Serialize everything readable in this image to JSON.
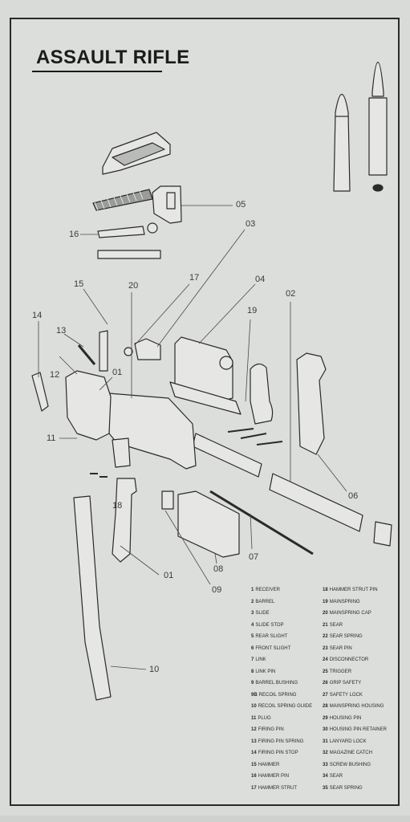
{
  "title": "ASSAULT RIFLE",
  "callouts": [
    {
      "id": "c05",
      "text": "05"
    },
    {
      "id": "c03",
      "text": "03"
    },
    {
      "id": "c16",
      "text": "16"
    },
    {
      "id": "c04",
      "text": "04"
    },
    {
      "id": "c17",
      "text": "17"
    },
    {
      "id": "c15",
      "text": "15"
    },
    {
      "id": "c20",
      "text": "20"
    },
    {
      "id": "c02",
      "text": "02"
    },
    {
      "id": "c19",
      "text": "19"
    },
    {
      "id": "c14",
      "text": "14"
    },
    {
      "id": "c13",
      "text": "13"
    },
    {
      "id": "c12",
      "text": "12"
    },
    {
      "id": "c01a",
      "text": "01"
    },
    {
      "id": "c11",
      "text": "11"
    },
    {
      "id": "c06",
      "text": "06"
    },
    {
      "id": "c18",
      "text": "18"
    },
    {
      "id": "c07",
      "text": "07"
    },
    {
      "id": "c08",
      "text": "08"
    },
    {
      "id": "c01b",
      "text": "01"
    },
    {
      "id": "c09",
      "text": "09"
    },
    {
      "id": "c10",
      "text": "10"
    }
  ],
  "legend": {
    "left": [
      {
        "num": "1",
        "label": "RECEIVER"
      },
      {
        "num": "2",
        "label": "BARREL"
      },
      {
        "num": "3",
        "label": "SLIDE"
      },
      {
        "num": "4",
        "label": "SLIDE STOP"
      },
      {
        "num": "5",
        "label": "REAR SLIGHT"
      },
      {
        "num": "6",
        "label": "FRONT SLIGHT"
      },
      {
        "num": "7",
        "label": "LINK"
      },
      {
        "num": "8",
        "label": "LINK PIN"
      },
      {
        "num": "9",
        "label": "BARREL BUSHING"
      },
      {
        "num": "9b",
        "label": "RECOIL SPRING"
      },
      {
        "num": "10",
        "label": "RECOIL SPRING GUIDE"
      },
      {
        "num": "11",
        "label": "PLUG"
      },
      {
        "num": "12",
        "label": "FIRING PIN"
      },
      {
        "num": "13",
        "label": "FIRING PIN SPRING"
      },
      {
        "num": "14",
        "label": "FIRING PIN STOP"
      },
      {
        "num": "15",
        "label": "HAMMER"
      },
      {
        "num": "16",
        "label": "HAMMER PIN"
      },
      {
        "num": "17",
        "label": "HAMMER STRUT"
      }
    ],
    "right": [
      {
        "num": "18",
        "label": "HAMMER STRUT PIN"
      },
      {
        "num": "19",
        "label": "MAINSPRING"
      },
      {
        "num": "20",
        "label": "MAINSPRING CAP"
      },
      {
        "num": "21",
        "label": "SEAR"
      },
      {
        "num": "22",
        "label": "SEAR SPRING"
      },
      {
        "num": "23",
        "label": "SEAR PIN"
      },
      {
        "num": "24",
        "label": "DISCONNECTOR"
      },
      {
        "num": "25",
        "label": "TRIGGER"
      },
      {
        "num": "26",
        "label": "GRIP SAFETY"
      },
      {
        "num": "27",
        "label": "SAFETY LOCK"
      },
      {
        "num": "28",
        "label": "MAINSPRING HOUSING"
      },
      {
        "num": "29",
        "label": "HOUSING PIN"
      },
      {
        "num": "30",
        "label": "HOUSING PIN RETAINER"
      },
      {
        "num": "31",
        "label": "LANYARD LOCK"
      },
      {
        "num": "32",
        "label": "MAGAZINE CATCH"
      },
      {
        "num": "33",
        "label": "SCREW BUSHING"
      },
      {
        "num": "34",
        "label": "SEAR"
      },
      {
        "num": "35",
        "label": "SEAR SPRING"
      }
    ]
  },
  "colors": {
    "paper": "#dcdedb",
    "ink": "#2a2a2a",
    "part_fill": "#e6e7e4",
    "shade": "#b9bbb8"
  }
}
